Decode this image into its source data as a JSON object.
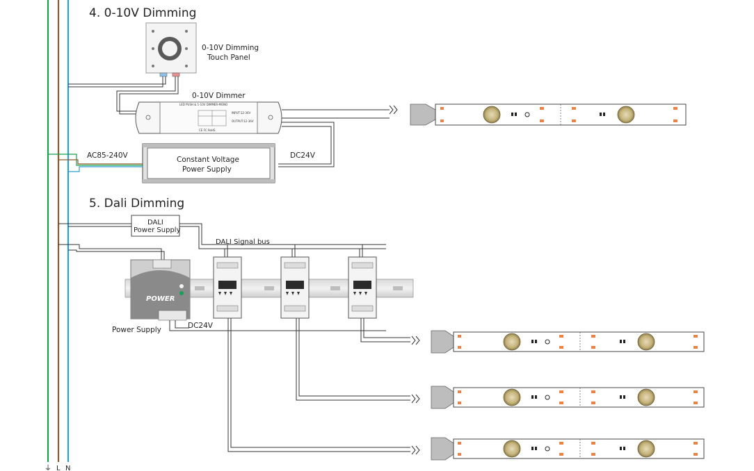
{
  "sections": {
    "s4_title": "4. 0-10V Dimming",
    "s5_title": "5. Dali Dimming"
  },
  "labels": {
    "touch_panel": [
      "0-10V Dimming",
      "Touch Panel"
    ],
    "dimmer": "0-10V Dimmer",
    "psu_title": [
      "Constant Voltage",
      "Power Supply"
    ],
    "ac_input": "AC85-240V",
    "dc24v_top": "DC24V",
    "dali_psu": [
      "DALI",
      "Power Supply"
    ],
    "dali_bus": "DALI Signal bus",
    "power_word": "POWER",
    "power_supply": "Power Supply",
    "dc24v_bottom": "DC24V"
  },
  "legend": {
    "earth": "⏚",
    "live": "L",
    "neutral": "N"
  },
  "dimmer_text": {
    "header": "LED PUSH & 1-10V DIMMER-MONO",
    "rating": "CE FC RoHS",
    "io_in": "INPUT:12-36V",
    "io_out": "OUTPUT:12-36V"
  },
  "colors": {
    "earth_wire": "#16a34a",
    "live_wire": "#8b5a2b",
    "neutral_wire": "#2d9bd6",
    "strip_led": "#c9b98a",
    "strip_pad": "#e8834a",
    "psu_body": "#e2e2e2"
  }
}
